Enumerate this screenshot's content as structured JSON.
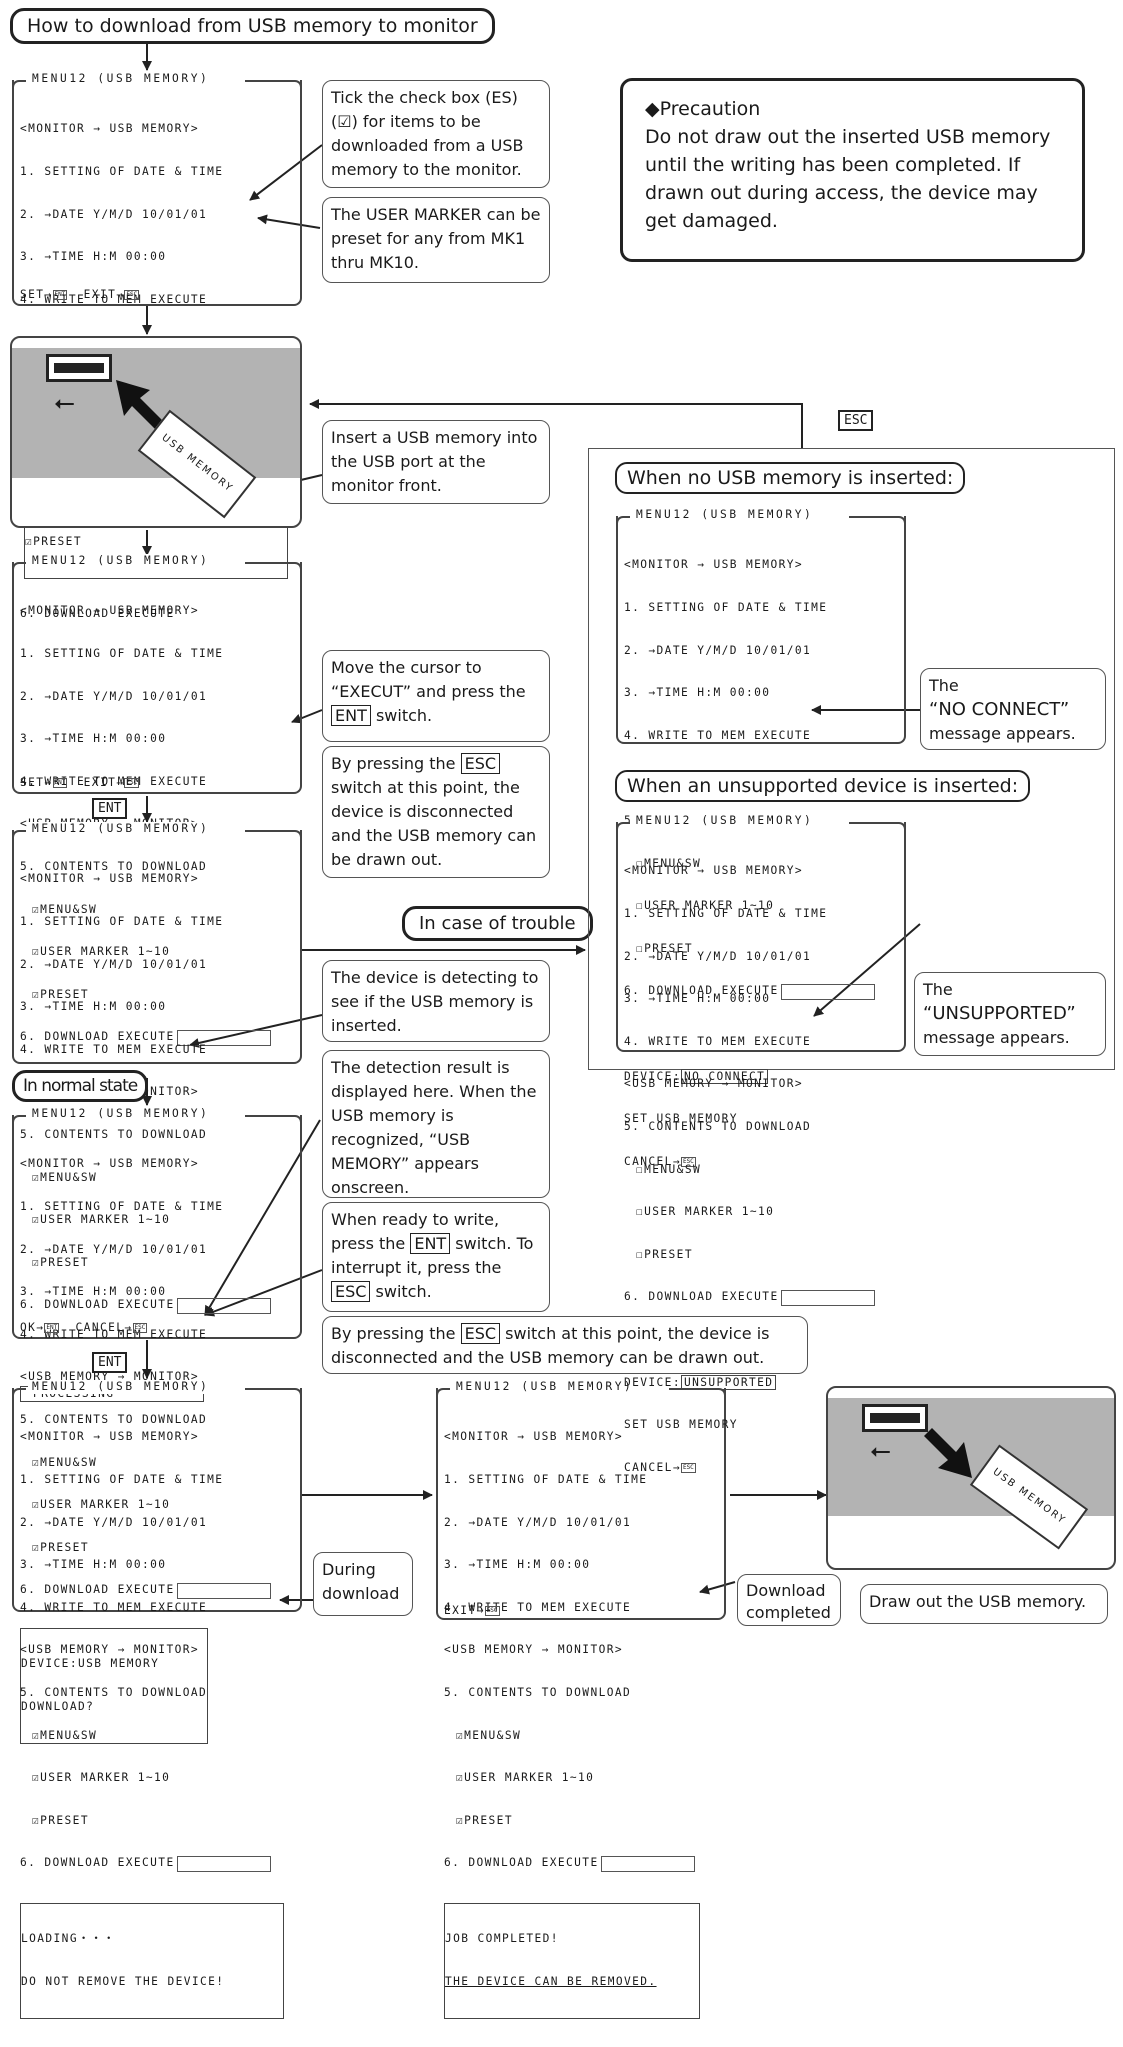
{
  "title": "How to download from USB memory to monitor",
  "screen": {
    "header": "MENU12 (USB MEMORY)",
    "lines": [
      "<MONITOR → USB MEMORY>",
      "1. SETTING OF DATE & TIME",
      "2. →DATE Y/M/D 10/01/01",
      "3. →TIME H:M 00:00",
      "4. WRITE TO MEM EXECUTE",
      "<USB MEMORY → MONITOR>",
      "5. CONTENTS TO DOWNLOAD"
    ],
    "items": [
      "MENU&SW",
      "USER MARKER 1~10",
      "PRESET"
    ],
    "execute": "6. DOWNLOAD EXECUTE",
    "foot_set": "SET→",
    "foot_exit": "EXIT→",
    "foot_ok": "OK→",
    "foot_cancel": "CANCEL→",
    "foot_exit2": "EXIT→",
    "check_on": "☑",
    "check_off": "☐",
    "key_ent_small": "ENT",
    "key_esc_small": "ESC",
    "processing": "PROCESSING・・・",
    "device_usb": "DEVICE:USB MEMORY",
    "download_q": "DOWNLOAD?",
    "loading": "LOADING・・・",
    "do_not_remove": "DO NOT REMOVE THE DEVICE!",
    "job_completed": "JOB COMPLETED!",
    "can_be_removed": "THE DEVICE CAN BE REMOVED.",
    "device_label": "DEVICE:",
    "no_connect": "NO CONNECT",
    "unsupported": "UNSUPPORTED",
    "set_usb": "SET USB MEMORY",
    "cancel": "CANCEL→"
  },
  "notes": {
    "tick": "Tick the check box (ES) (☑) for items to be downloaded from a USB memory to the monitor.",
    "marker": "The USER MARKER can be preset for any from MK1 thru MK10.",
    "insert": "Insert a USB memory into the USB port at the monitor front.",
    "move_a": "Move the cursor to “EXECUT” and press the",
    "move_b": "switch.",
    "esc_a": "By pressing the",
    "esc_b": "switch at this point, the device is disconnected and the USB memory can be drawn out.",
    "detecting": "The device is detecting to see if the USB memory is inserted.",
    "result": "The detection result is displayed here. When the USB memory is recognized, “USB MEMORY” appears onscreen.",
    "ready_a": "When ready to write, press the",
    "ready_b": "switch.",
    "ready_c": "To interrupt it, press the",
    "ready_d": "switch.",
    "esc2_a": "By pressing the",
    "esc2_b": "switch at this point, the device is disconnected and the USB memory can be drawn out.",
    "during": "During download",
    "completed": "Download completed",
    "draw_out": "Draw out the USB memory.",
    "no_connect_a": "The",
    "no_connect_b": "“NO CONNECT”",
    "no_connect_c": "message appears.",
    "unsup_a": "The",
    "unsup_b": "“UNSUPPORTED”",
    "unsup_c": "message appears."
  },
  "keys": {
    "ent": "ENT",
    "esc": "ESC"
  },
  "usb_label": "USB MEMORY",
  "precaution": {
    "heading": "◆Precaution",
    "body": "Do not draw out the inserted USB memory until the writing has been completed. If drawn out during access, the device may get damaged."
  },
  "trouble": {
    "label": "In case of trouble",
    "no_usb": "When no USB memory is inserted:",
    "unsupported": "When an unsupported device is inserted:"
  },
  "normal_state": "In normal state"
}
